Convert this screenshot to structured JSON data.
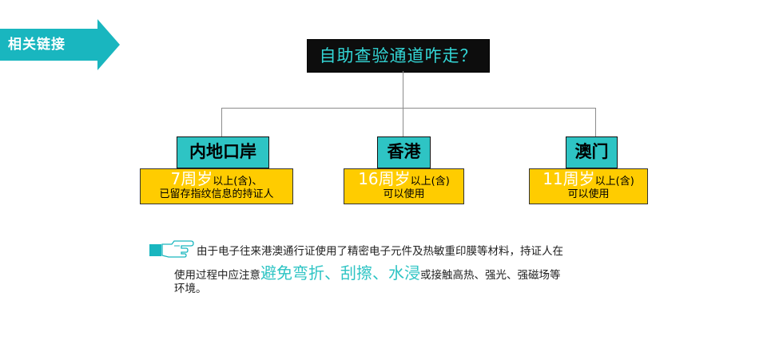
{
  "tag": {
    "label": "相关链接",
    "color": "#19b6bf"
  },
  "title": "自助查验通道咋走？",
  "regions": [
    {
      "name": "内地口岸",
      "age": "7周岁",
      "rule_line1": "以上(含)、",
      "rule_line2": "已留存指纹信息的持证人"
    },
    {
      "name": "香港",
      "age": "16周岁",
      "rule_line1": "以上(含)",
      "rule_line2": "可以使用"
    },
    {
      "name": "澳门",
      "age": "11周岁",
      "rule_line1": "以上(含)",
      "rule_line2": "可以使用"
    }
  ],
  "note": {
    "line1": "由于电子往来港澳通行证使用了精密电子元件及热敏重印膜等材料，持证人在",
    "line2_pre": "使用过程中应注意",
    "line2_highlight": "避免弯折、刮擦、水浸",
    "line2_post": "或接触高热、强光、强磁场等",
    "line3": "环境。"
  },
  "colors": {
    "teal": "#2ec4c4",
    "yellow": "#ffcc00",
    "title_bg": "#0d0d0d",
    "title_text": "#33d6d6"
  }
}
